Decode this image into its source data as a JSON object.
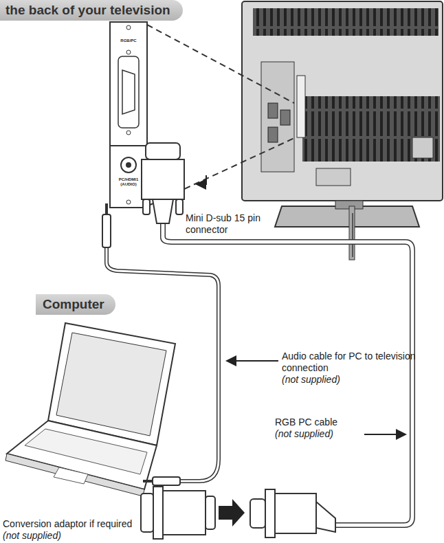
{
  "diagram": {
    "title": "the back of your television",
    "nodes": [
      {
        "text": [
          "Computer"
        ]
      }
    ],
    "labels": [
      "RGB/PC",
      "PC/HDMI1 (AUDIO)",
      "Mini D-sub 15 pin connector",
      "Audio cable for PC to television connection",
      "(not supplied)",
      "RGB PC cable",
      "(not supplied)",
      "Conversion adaptor if required",
      "(not supplied)"
    ]
  }
}
